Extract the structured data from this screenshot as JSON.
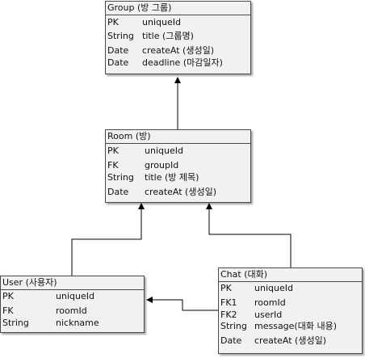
{
  "entities": {
    "group": {
      "title": "Group (방 그룹)",
      "rows": [
        {
          "key": "PK",
          "field": "uniqueId"
        },
        {
          "key": "String",
          "field": "title (그룹명)"
        },
        {
          "key": "Date",
          "field": "createAt (생성일)"
        },
        {
          "key": "Date",
          "field": "deadline (마감일자)"
        }
      ]
    },
    "room": {
      "title": "Room (방)",
      "rows": [
        {
          "key": "PK",
          "field": "uniqueId"
        },
        {
          "key": "FK",
          "field": "groupId"
        },
        {
          "key": "String",
          "field": "title (방 제목)"
        },
        {
          "key": "Date",
          "field": "createAt (생성일)"
        }
      ]
    },
    "user": {
      "title": "User (사용자)",
      "rows": [
        {
          "key": "PK",
          "field": "uniqueId"
        },
        {
          "key": "FK",
          "field": "roomId"
        },
        {
          "key": "String",
          "field": "nickname"
        }
      ]
    },
    "chat": {
      "title": "Chat (대화)",
      "rows": [
        {
          "key": "PK",
          "field": "uniqueId"
        },
        {
          "key": "FK1",
          "field": "roomId"
        },
        {
          "key": "FK2",
          "field": "userId"
        },
        {
          "key": "String",
          "field": "message(대화 내용)"
        },
        {
          "key": "Date",
          "field": "createAt (생성일)"
        }
      ]
    }
  }
}
